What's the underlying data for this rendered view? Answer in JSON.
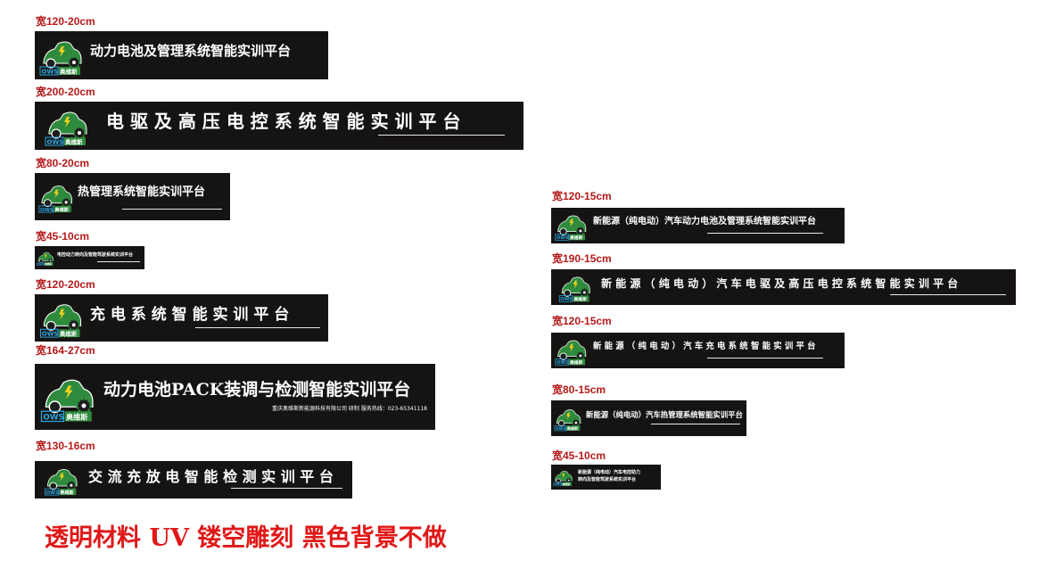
{
  "colors": {
    "plate_background": "#161413",
    "plate_text": "#ffffff",
    "size_label": "#b51a1a",
    "note_text": "#e01818",
    "logo_green": "#2e8b3e"
  },
  "logo": {
    "brand": "OWS",
    "brand_cn": "奥维斯",
    "icon": "car-gear-logo-icon"
  },
  "plates": [
    {
      "size": "宽120-20cm",
      "title": "动力电池及管理系统智能实训平台"
    },
    {
      "size": "宽200-20cm",
      "title": "电 驱 及 高 压 电 控 系 统 智 能 实 训 平 台"
    },
    {
      "size": "宽80-20cm",
      "title": "热管理系统智能实训平台"
    },
    {
      "size": "宽45-10cm",
      "title": "电控动力转向及智能驾驶系统实训平台"
    },
    {
      "size": "宽120-20cm",
      "title": "充 电 系 统 智 能 实 训 平 台"
    },
    {
      "size": "宽164-27cm",
      "title": "动力电池PACK装调与检测智能实训平台",
      "company": "重庆奥维斯新能源科技有限公司  研制  服务热线：023-65341118"
    },
    {
      "size": "宽130-16cm",
      "title": "交 流 充 放 电 智 能 检 测 实 训 平 台"
    },
    {
      "size": "宽120-15cm",
      "title": "新能源（纯电动）汽车动力电池及管理系统智能实训平台"
    },
    {
      "size": "宽190-15cm",
      "title": "新 能 源 （ 纯 电 动 ） 汽 车 电 驱 及 高 压 电 控 系 统 智 能 实 训 平 台"
    },
    {
      "size": "宽120-15cm",
      "title": "新 能 源 （ 纯 电 动 ） 汽 车 充 电 系 统 智 能 实 训 平 台"
    },
    {
      "size": "宽80-15cm",
      "title": "新能源（纯电动）汽车热管理系统智能实训平台"
    },
    {
      "size": "宽45-10cm",
      "title_line1": "新能源（纯电动）汽车电控助力",
      "title_line2": "转向及智能驾驶系统实训平台"
    }
  ],
  "note": "透明材料 UV  镂空雕刻 黑色背景不做"
}
